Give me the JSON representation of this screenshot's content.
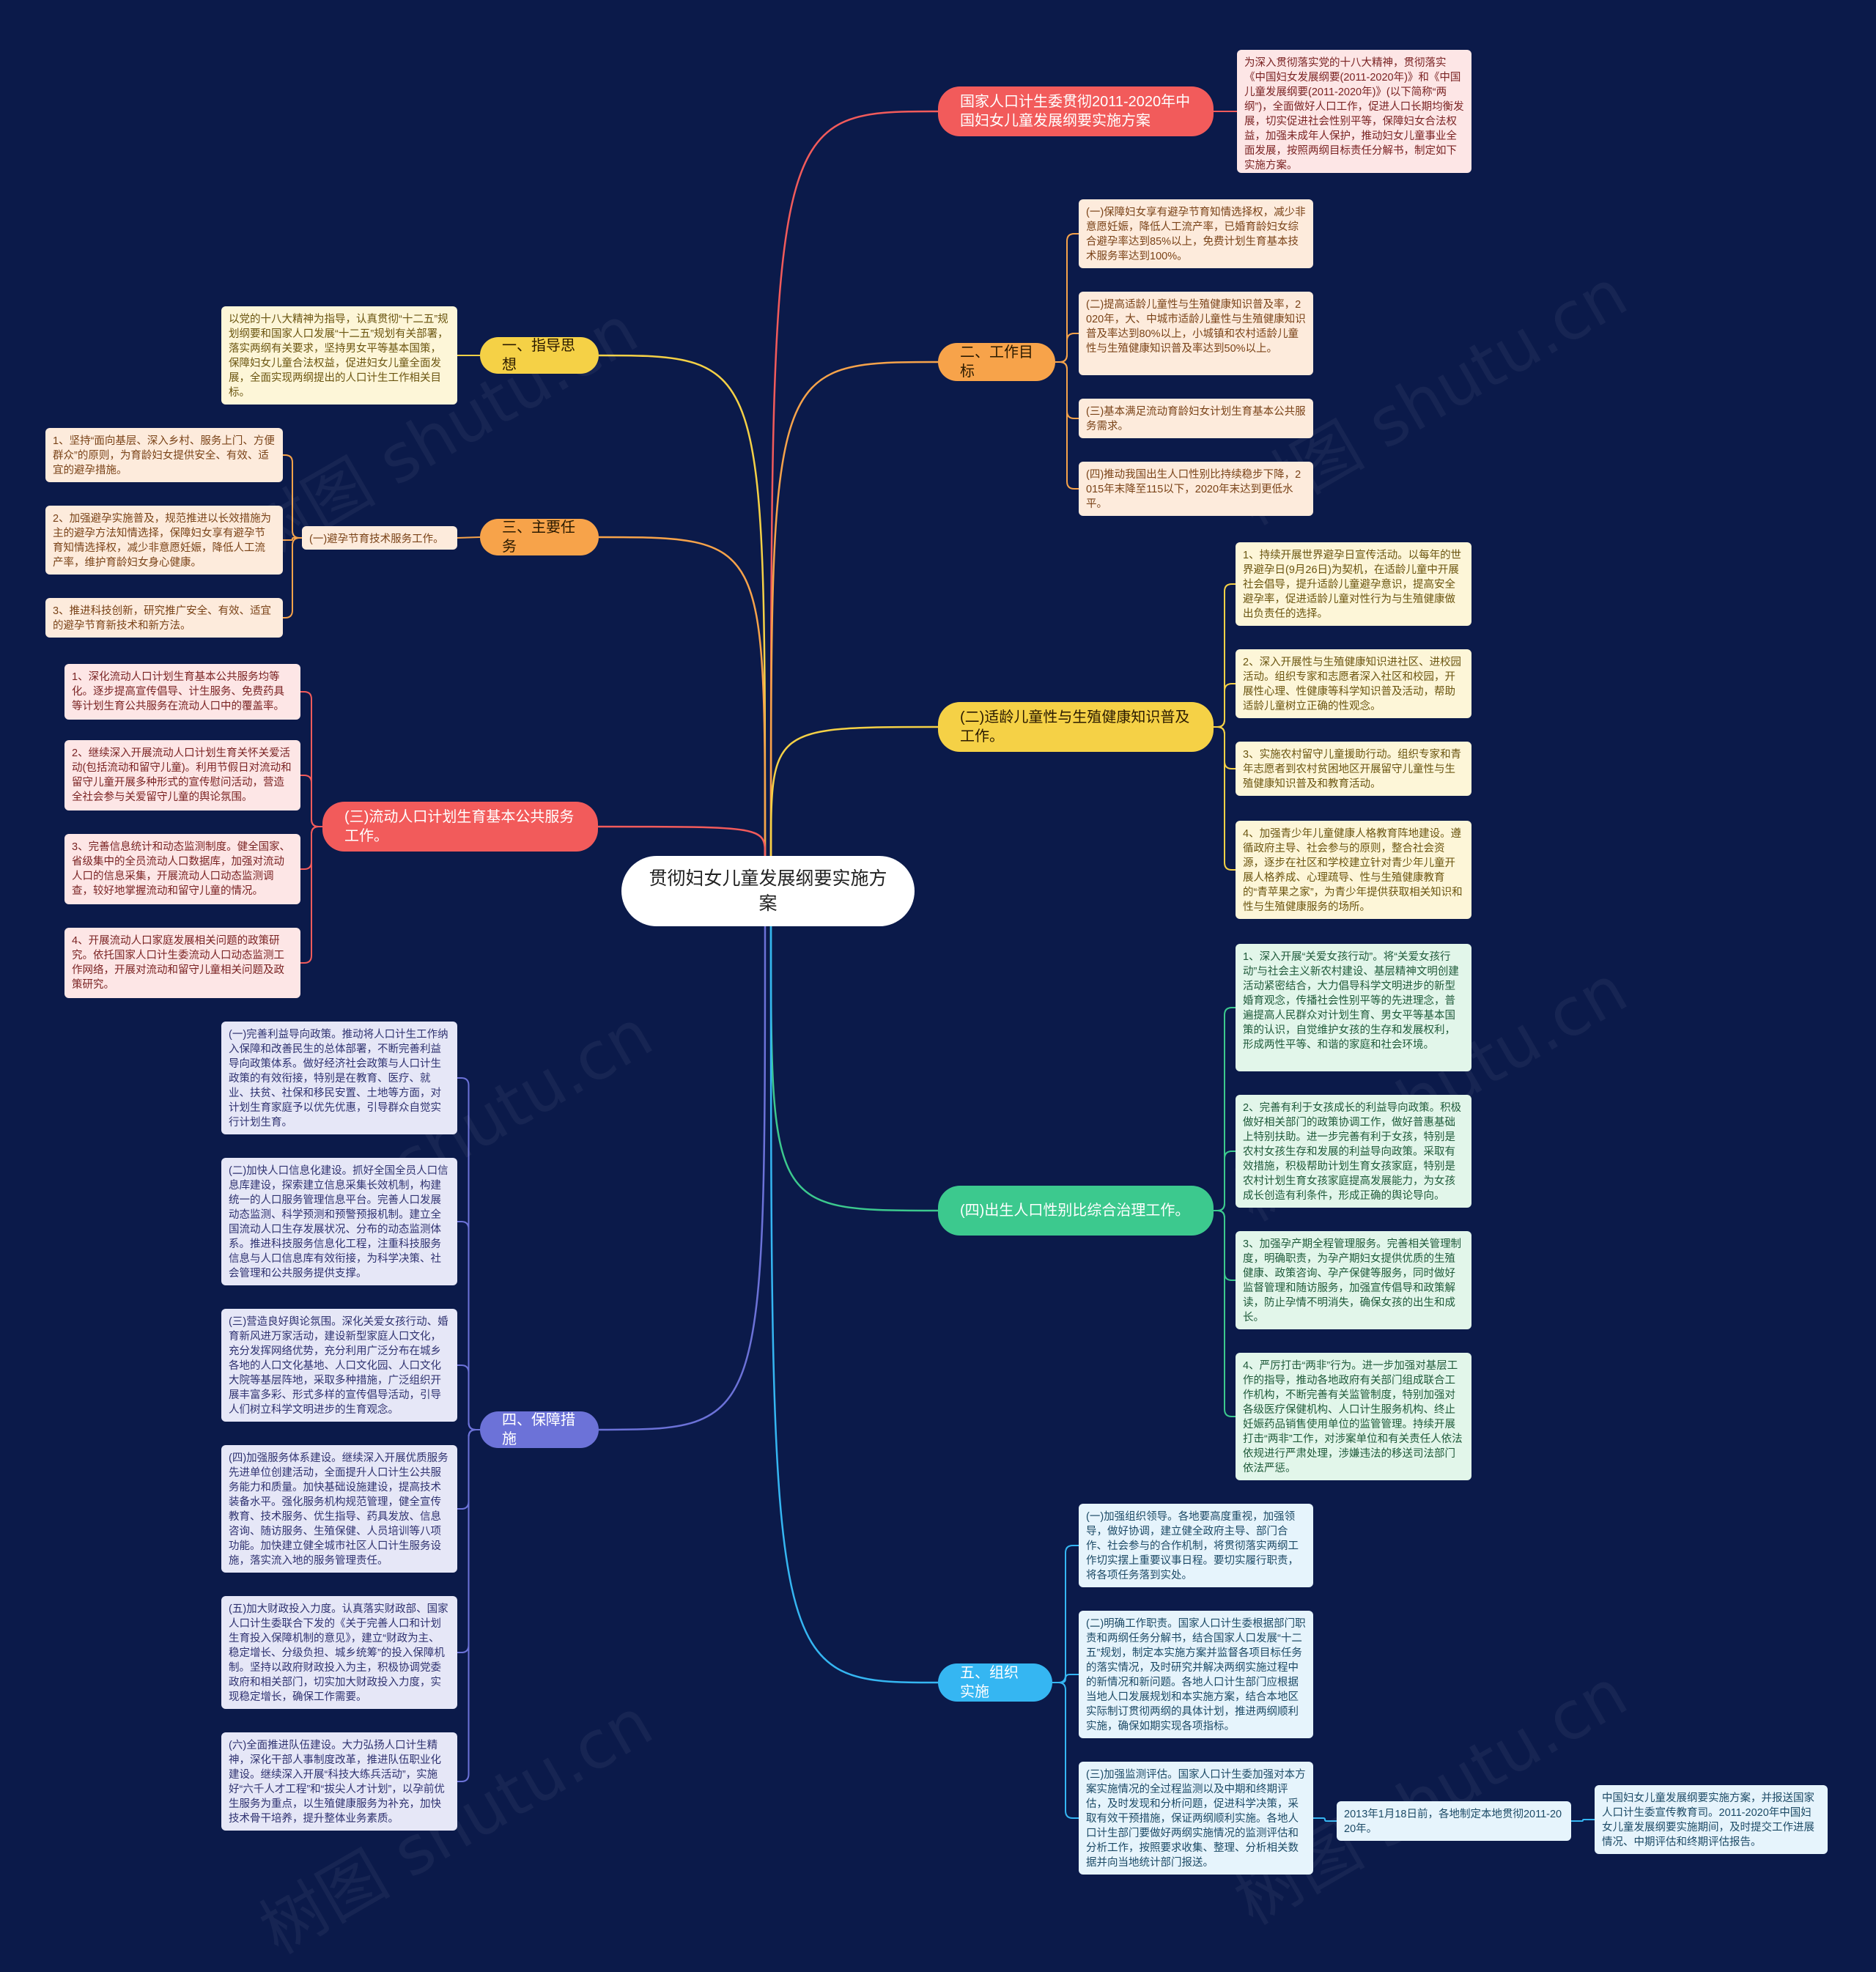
{
  "colors": {
    "background": "#0b1a4a",
    "red": "#f25b5b",
    "orange": "#f7a34a",
    "yellow": "#f5d146",
    "green": "#3cc98e",
    "blue": "#35b6f2",
    "purple": "#6c72d8",
    "root": "#ffffff"
  },
  "watermark": "树图 shutu.cn",
  "root": "贯彻妇女儿童发展纲要实施方案",
  "nodes": {
    "b_intro": "国家人口计生委贯彻2011-2020年中国妇女儿童发展纲要实施方案",
    "t_intro": "为深入贯彻落实党的十八大精神，贯彻落实《中国妇女发展纲要(2011-2020年)》和《中国儿童发展纲要(2011-2020年)》(以下简称“两纲”)，全面做好人口工作，促进人口长期均衡发展，切实促进社会性别平等，保障妇女合法权益，加强未成年人保护，推动妇女儿童事业全面发展，按照两纲目标责任分解书，制定如下实施方案。",
    "b_goal": "二、工作目标",
    "t_goal1": "(一)保障妇女享有避孕节育知情选择权，减少非意愿妊娠，降低人工流产率，已婚育龄妇女综合避孕率达到85%以上，免费计划生育基本技术服务率达到100%。",
    "t_goal2": "(二)提高适龄儿童性与生殖健康知识普及率，2020年，大、中城市适龄儿童性与生殖健康知识普及率达到80%以上，小城镇和农村适龄儿童性与生殖健康知识普及率达到50%以上。",
    "t_goal3": "(三)基本满足流动育龄妇女计划生育基本公共服务需求。",
    "t_goal4": "(四)推动我国出生人口性别比持续稳步下降，2015年末降至115以下，2020年末达到更低水平。",
    "b_edu": "(二)适龄儿童性与生殖健康知识普及工作。",
    "t_edu1": "1、持续开展世界避孕日宣传活动。以每年的世界避孕日(9月26日)为契机，在适龄儿童中开展社会倡导，提升适龄儿童避孕意识，提高安全避孕率，促进适龄儿童对性行为与生殖健康做出负责任的选择。",
    "t_edu2": "2、深入开展性与生殖健康知识进社区、进校园活动。组织专家和志愿者深入社区和校园，开展性心理、性健康等科学知识普及活动，帮助适龄儿童树立正确的性观念。",
    "t_edu3": "3、实施农村留守儿童援助行动。组织专家和青年志愿者到农村贫困地区开展留守儿童性与生殖健康知识普及和教育活动。",
    "t_edu4": "4、加强青少年儿童健康人格教育阵地建设。遵循政府主导、社会参与的原则，整合社会资源，逐步在社区和学校建立针对青少年儿童开展人格养成、心理疏导、性与生殖健康教育的“青苹果之家”，为青少年提供获取相关知识和性与生殖健康服务的场所。",
    "b_sex": "(四)出生人口性别比综合治理工作。",
    "t_sex1": "1、深入开展“关爱女孩行动”。将“关爱女孩行动”与社会主义新农村建设、基层精神文明创建活动紧密结合，大力倡导科学文明进步的新型婚育观念，传播社会性别平等的先进理念，普遍提高人民群众对计划生育、男女平等基本国策的认识，自觉维护女孩的生存和发展权利，形成两性平等、和谐的家庭和社会环境。",
    "t_sex2": "2、完善有利于女孩成长的利益导向政策。积极做好相关部门的政策协调工作，做好普惠基础上特别扶助。进一步完善有利于女孩，特别是农村女孩生存和发展的利益导向政策。采取有效措施，积极帮助计划生育女孩家庭，特别是农村计划生育女孩家庭提高发展能力，为女孩成长创造有利条件，形成正确的舆论导向。",
    "t_sex3": "3、加强孕产期全程管理服务。完善相关管理制度，明确职责，为孕产期妇女提供优质的生殖健康、政策咨询、孕产保健等服务，同时做好监督管理和随访服务，加强宣传倡导和政策解读，防止孕情不明消失，确保女孩的出生和成长。",
    "t_sex4": "4、严厉打击“两非”行为。进一步加强对基层工作的指导，推动各地政府有关部门组成联合工作机构，不断完善有关监管制度，特别加强对各级医疗保健机构、人口计生服务机构、终止妊娠药品销售使用单位的监管管理。持续开展打击“两非”工作，对涉案单位和有关责任人依法依规进行严肃处理，涉嫌违法的移送司法部门依法严惩。",
    "b_org": "五、组织实施",
    "t_org1": "(一)加强组织领导。各地要高度重视，加强领导，做好协调，建立健全政府主导、部门合作、社会参与的合作机制，将贯彻落实两纲工作切实摆上重要议事日程。要切实履行职责，将各项任务落到实处。",
    "t_org2": "(二)明确工作职责。国家人口计生委根据部门职责和两纲任务分解书，结合国家人口发展“十二五”规划，制定本实施方案并监督各项目标任务的落实情况，及时研究并解决两纲实施过程中的新情况和新问题。各地人口计生部门应根据当地人口发展规划和本实施方案，结合本地区实际制订贯彻两纲的具体计划，推进两纲顺利实施，确保如期实现各项指标。",
    "t_org3": "(三)加强监测评估。国家人口计生委加强对本方案实施情况的全过程监测以及中期和终期评估，及时发现和分析问题，促进科学决策，采取有效干预措施，保证两纲顺利实施。各地人口计生部门要做好两纲实施情况的监测评估和分析工作，按照要求收集、整理、分析相关数据并向当地统计部门报送。",
    "t_org3a": "2013年1月18日前，各地制定本地贯彻2011-2020年。",
    "t_org3b": "中国妇女儿童发展纲要实施方案，并报送国家人口计生委宣传教育司。2011-2020年中国妇女儿童发展纲要实施期间，及时提交工作进展情况、中期评估和终期评估报告。",
    "b_guide": "一、指导思想",
    "t_guide": "以党的十八大精神为指导，认真贯彻“十二五”规划纲要和国家人口发展“十二五”规划有关部署，落实两纲有关要求，坚持男女平等基本国策，保障妇女儿童合法权益，促进妇女儿童全面发展，全面实现两纲提出的人口计生工作相关目标。",
    "b_task": "三、主要任务",
    "t_task": "(一)避孕节育技术服务工作。",
    "t_task1": "1、坚持“面向基层、深入乡村、服务上门、方便群众”的原则，为育龄妇女提供安全、有效、适宜的避孕措施。",
    "t_task2": "2、加强避孕实施普及，规范推进以长效措施为主的避孕方法知情选择，保障妇女享有避孕节育知情选择权，减少非意愿妊娠，降低人工流产率，维护育龄妇女身心健康。",
    "t_task3": "3、推进科技创新，研究推广安全、有效、适宜的避孕节育新技术和新方法。",
    "b_float": "(三)流动人口计划生育基本公共服务工作。",
    "t_float1": "1、深化流动人口计划生育基本公共服务均等化。逐步提高宣传倡导、计生服务、免费药具等计划生育公共服务在流动人口中的覆盖率。",
    "t_float2": "2、继续深入开展流动人口计划生育关怀关爱活动(包括流动和留守儿童)。利用节假日对流动和留守儿童开展多种形式的宣传慰问活动，营造全社会参与关爱留守儿童的舆论氛围。",
    "t_float3": "3、完善信息统计和动态监测制度。健全国家、省级集中的全员流动人口数据库，加强对流动人口的信息采集，开展流动人口动态监测调查，较好地掌握流动和留守儿童的情况。",
    "t_float4": "4、开展流动人口家庭发展相关问题的政策研究。依托国家人口计生委流动人口动态监测工作网络，开展对流动和留守儿童相关问题及政策研究。",
    "b_guar": "四、保障措施",
    "t_guar1": "(一)完善利益导向政策。推动将人口计生工作纳入保障和改善民生的总体部署，不断完善利益导向政策体系。做好经济社会政策与人口计生政策的有效衔接，特别是在教育、医疗、就业、扶贫、社保和移民安置、土地等方面，对计划生育家庭予以优先优惠，引导群众自觉实行计划生育。",
    "t_guar2": "(二)加快人口信息化建设。抓好全国全员人口信息库建设，探索建立信息采集长效机制，构建统一的人口服务管理信息平台。完善人口发展动态监测、科学预测和预警预报机制。建立全国流动人口生存发展状况、分布的动态监测体系。推进科技服务信息化工程，注重科技服务信息与人口信息库有效衔接，为科学决策、社会管理和公共服务提供支撑。",
    "t_guar3": "(三)营造良好舆论氛围。深化关爱女孩行动、婚育新风进万家活动，建设新型家庭人口文化，充分发挥网络优势，充分利用广泛分布在城乡各地的人口文化基地、人口文化园、人口文化大院等基层阵地，采取多种措施，广泛组织开展丰富多彩、形式多样的宣传倡导活动，引导人们树立科学文明进步的生育观念。",
    "t_guar4": "(四)加强服务体系建设。继续深入开展优质服务先进单位创建活动，全面提升人口计生公共服务能力和质量。加快基础设施建设，提高技术装备水平。强化服务机构规范管理，健全宣传教育、技术服务、优生指导、药具发放、信息咨询、随访服务、生殖保健、人员培训等八项功能。加快建立健全城市社区人口计生服务设施，落实流入地的服务管理责任。",
    "t_guar5": "(五)加大财政投入力度。认真落实财政部、国家人口计生委联合下发的《关于完善人口和计划生育投入保障机制的意见》，建立“财政为主、稳定增长、分级负担、城乡统筹”的投入保障机制。坚持以政府财政投入为主，积极协调党委政府和相关部门，切实加大财政投入力度，实现稳定增长，确保工作需要。",
    "t_guar6": "(六)全面推进队伍建设。大力弘扬人口计生精神，深化干部人事制度改革，推进队伍职业化建设。继续深入开展“科技大练兵活动”，实施好“六千人才工程”和“拔尖人才计划”，以孕前优生服务为重点，以生殖健康服务为补充，加快技术骨干培养，提升整体业务素质。"
  }
}
